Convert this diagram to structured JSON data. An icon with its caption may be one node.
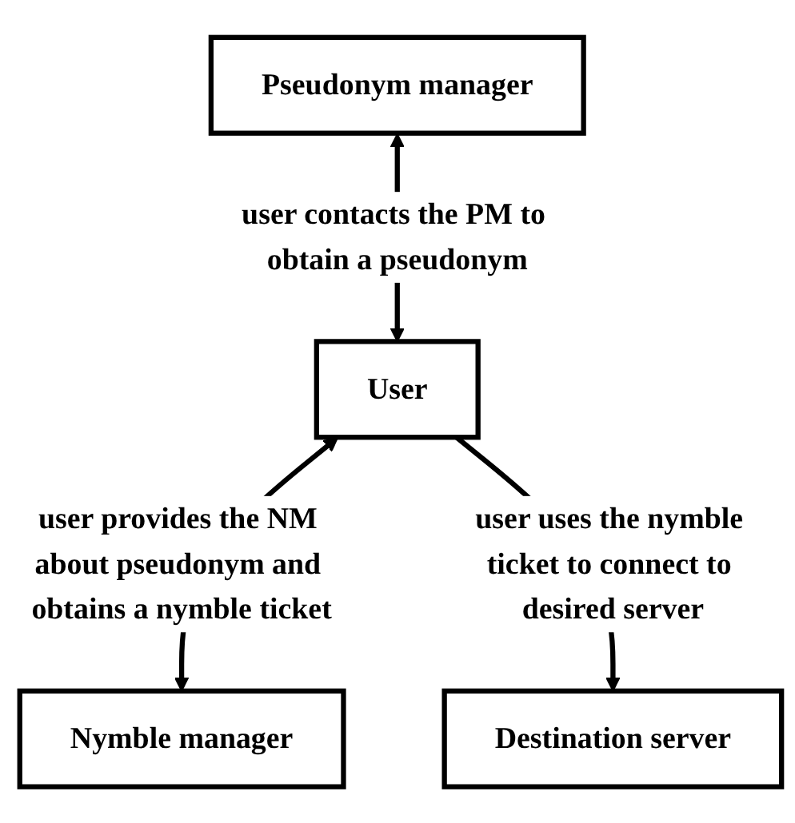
{
  "diagram": {
    "nodes": [
      {
        "text": [
          "Pseudonym manager"
        ]
      },
      {
        "text": [
          "Nymble manager"
        ]
      },
      {
        "text": [
          "User"
        ]
      },
      {
        "text": [
          "Destination server"
        ]
      }
    ],
    "edges": [
      {
        "from": 0,
        "to": 2,
        "arrow": "both",
        "label": "user contacts the PM to obtain a pseudonym"
      },
      {
        "from": 2,
        "to": 1,
        "arrow": "both",
        "label": "user provides the NM about pseudonym and obtains a nymble ticket"
      },
      {
        "from": 2,
        "to": 3,
        "arrow": "to",
        "label": "user uses the nymble ticket to connect to desired server"
      }
    ]
  }
}
